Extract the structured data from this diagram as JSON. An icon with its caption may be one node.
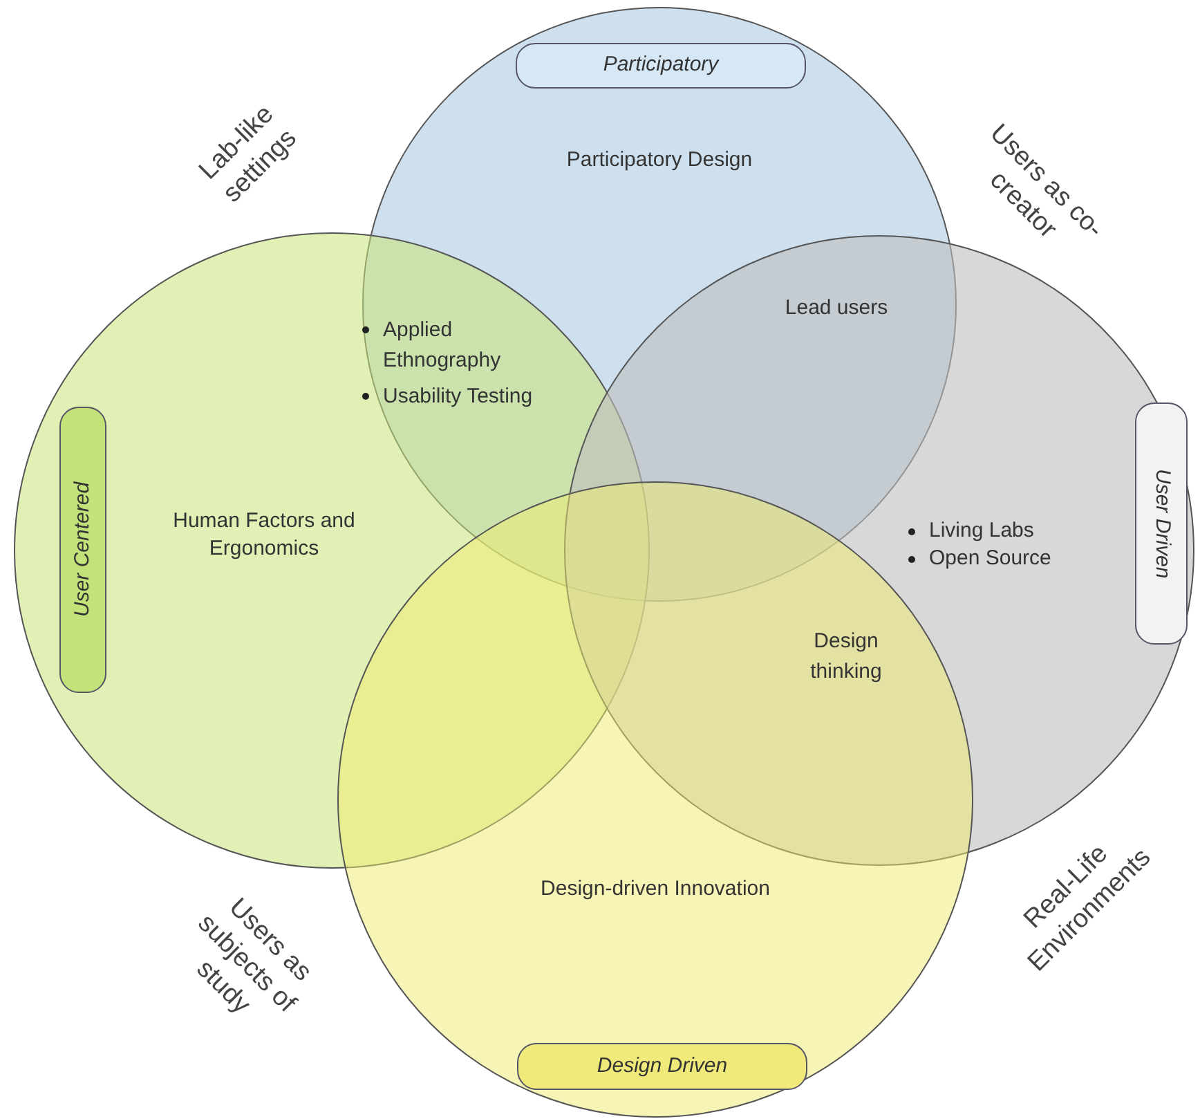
{
  "diagram": {
    "nodes": [
      {
        "text": [
          "Participatory Design"
        ]
      },
      {
        "text": [
          "Participatory"
        ],
        "in": 0
      },
      {
        "text": [
          "Human Factors and Ergonomics"
        ]
      },
      {
        "text": [
          "User Centered"
        ],
        "in": 2
      },
      {
        "text": [
          "Living Labs",
          "Open Source"
        ]
      },
      {
        "text": [
          "User Driven"
        ],
        "in": 4
      },
      {
        "text": [
          "Design-driven Innovation"
        ]
      },
      {
        "text": [
          "Design Driven"
        ],
        "in": 6
      }
    ],
    "labels": [
      "Lab-like settings",
      "Users as co-creator",
      "Applied Ethnography",
      "Usability Testing",
      "Lead users",
      "Design thinking",
      "Users as subjects of study",
      "Real-Life Environments"
    ]
  }
}
